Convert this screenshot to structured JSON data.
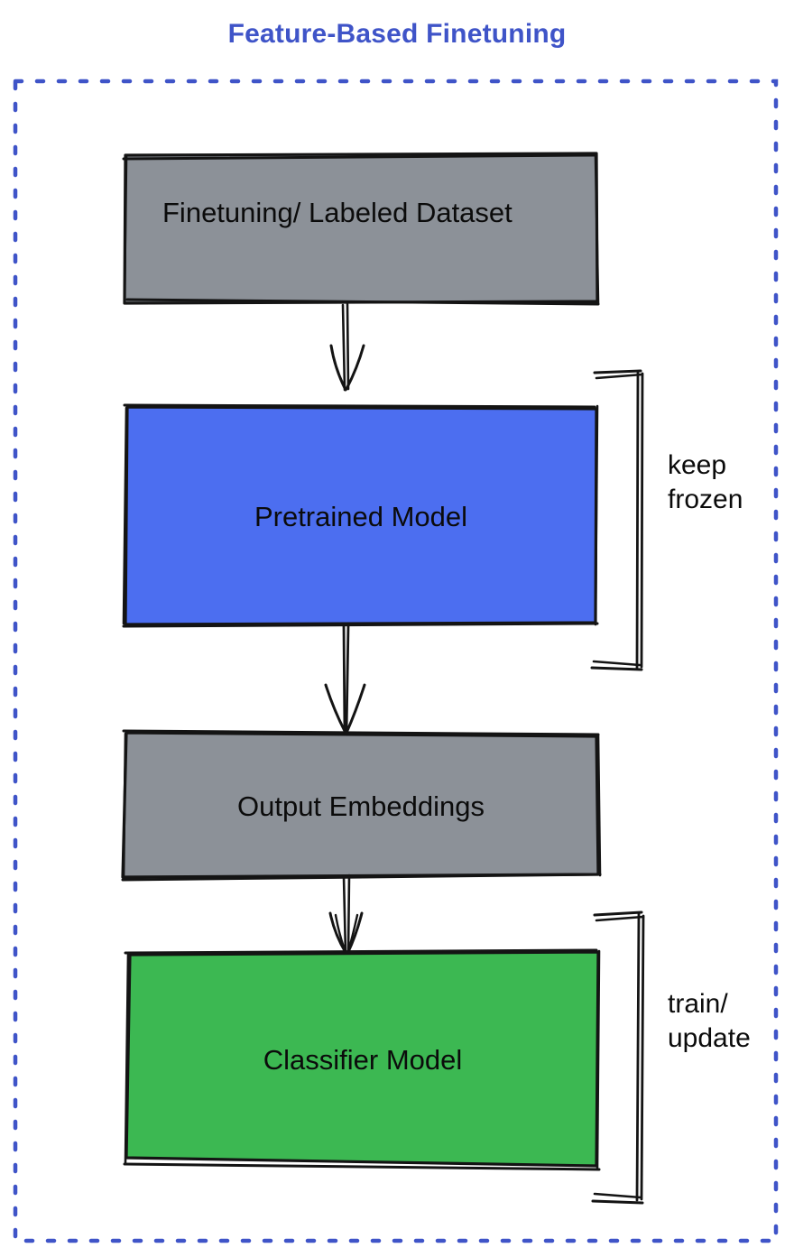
{
  "diagram": {
    "title": "Feature-Based Finetuning",
    "title_color": "#3f54c8",
    "background_color": "#ffffff",
    "container": {
      "name": "dashed-boundary",
      "border_style": "dashed",
      "border_color": "#3f54c8"
    },
    "nodes": [
      {
        "id": "dataset",
        "label": "Finetuning/ Labeled Dataset",
        "fill": "#8c9198",
        "stroke": "#141414",
        "shape": "rectangle"
      },
      {
        "id": "pretrained",
        "label": "Pretrained Model",
        "fill": "#4c6ef0",
        "stroke": "#141414",
        "shape": "rectangle"
      },
      {
        "id": "embeddings",
        "label": "Output Embeddings",
        "fill": "#8c9198",
        "stroke": "#141414",
        "shape": "rectangle"
      },
      {
        "id": "classifier",
        "label": "Classifier Model",
        "fill": "#3cb852",
        "stroke": "#141414",
        "shape": "rectangle"
      }
    ],
    "edges": [
      {
        "from": "dataset",
        "to": "pretrained",
        "style": "arrow-down"
      },
      {
        "from": "pretrained",
        "to": "embeddings",
        "style": "arrow-down"
      },
      {
        "from": "embeddings",
        "to": "classifier",
        "style": "arrow-down"
      }
    ],
    "annotations": [
      {
        "id": "keep-frozen",
        "target": "pretrained",
        "line1": "keep",
        "line2": "frozen",
        "bracket": "right-brace"
      },
      {
        "id": "train-update",
        "target": "classifier",
        "line1": "train/",
        "line2": "update",
        "bracket": "right-brace"
      }
    ]
  }
}
